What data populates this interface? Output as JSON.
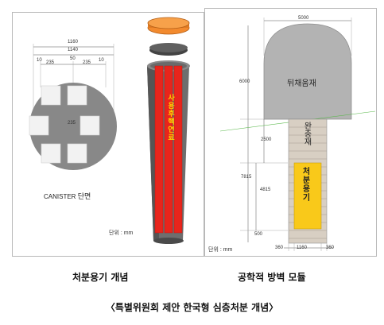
{
  "canister": {
    "label_prefix": "CANISTER",
    "label_suffix": "단면",
    "dim_outer": "1160",
    "dim_inner": "1140",
    "dim_10a": "10",
    "dim_235a": "235",
    "dim_50": "50",
    "dim_235b": "235",
    "dim_10b": "10",
    "dim_gap": "235"
  },
  "container": {
    "fuel_label": "사용후핵연료",
    "unit_label": "단위 : mm"
  },
  "module": {
    "width_top": "5000",
    "backfill_label": "뒤채움재",
    "h6000": "6000",
    "buffer_label": "완충재",
    "h2500": "2500",
    "h7815": "7815",
    "disposal_label": "처분용기",
    "h4815": "4815",
    "h500": "500",
    "w360a": "360",
    "w1160": "1160",
    "w360b": "360",
    "unit_label": "단위 : mm"
  },
  "captions": {
    "left": "처분용기 개념",
    "right": "공학적 방벽 모듈",
    "footer": "〈특별위원회 제안 한국형 심층처분 개념〉"
  },
  "colors": {
    "canister_gray": "#888888",
    "fuel_red": "#e8251c",
    "fuel_text": "#ffd500",
    "lid_orange": "#f28a2e",
    "backfill_gray": "#b3b3b3",
    "buffer_beige": "#d8cfc3",
    "disposal_yellow": "#f9c91a"
  }
}
